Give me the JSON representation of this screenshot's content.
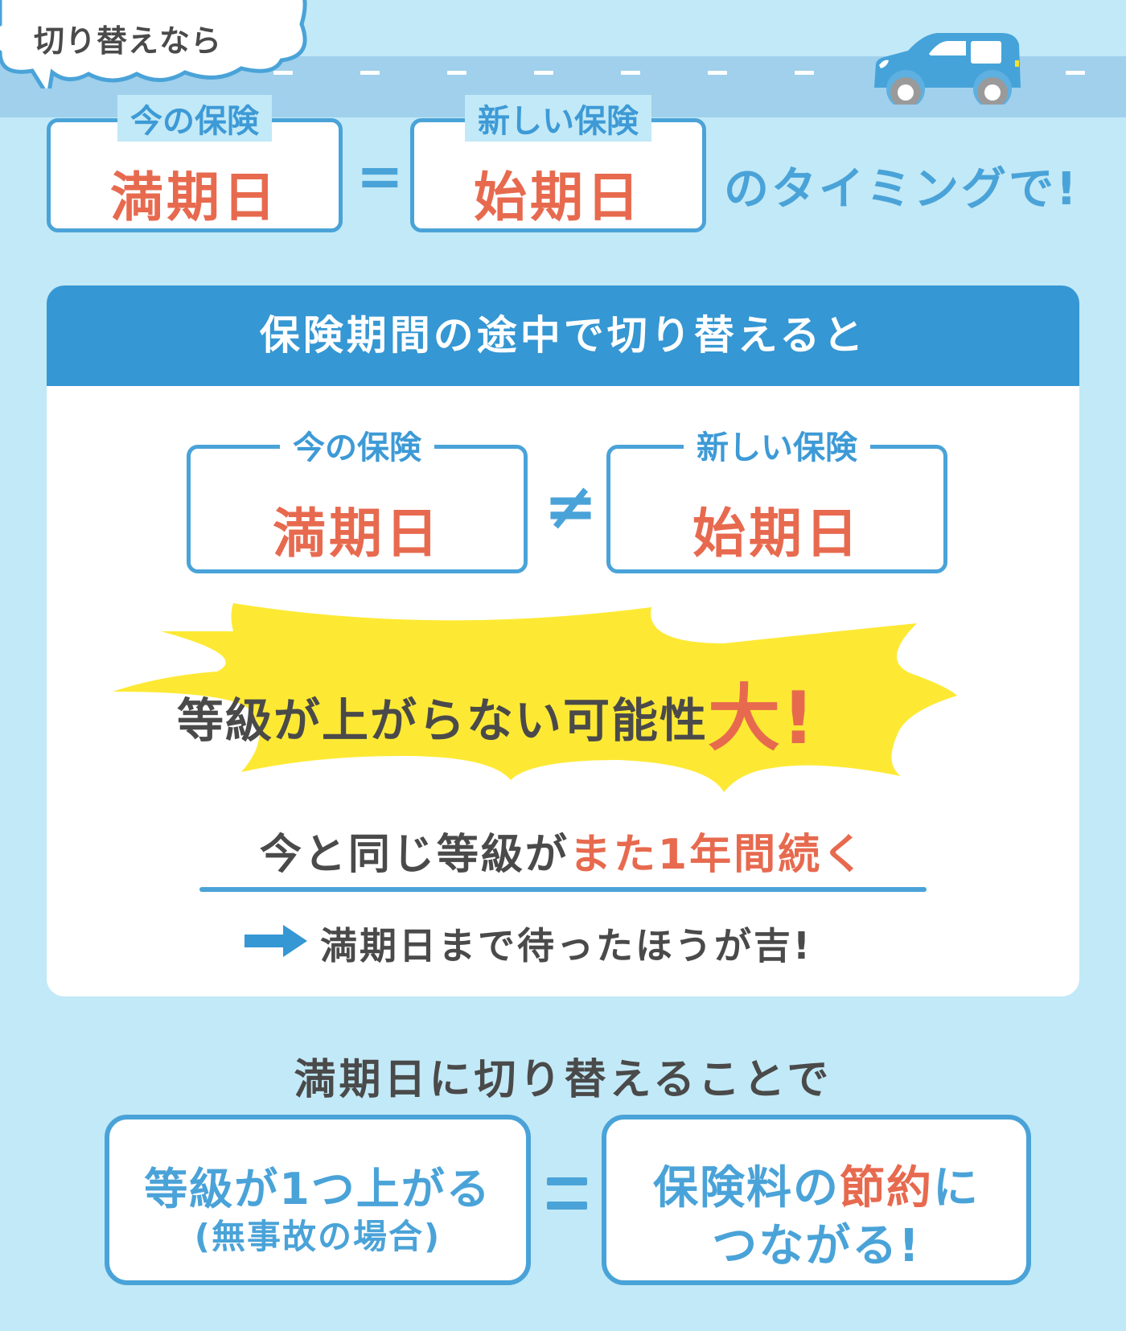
{
  "top": {
    "bubble_text": "切り替えなら",
    "current_box": {
      "label": "今の保険",
      "value": "満期日"
    },
    "relation": "=",
    "new_box": {
      "label": "新しい保険",
      "value": "始期日"
    },
    "timing_text": "のタイミングで!"
  },
  "card": {
    "header": "保険期間の途中で切り替えると",
    "current_box": {
      "label": "今の保険",
      "value": "満期日"
    },
    "relation": "≠",
    "new_box": {
      "label": "新しい保険",
      "value": "始期日"
    },
    "burst_text": "等級が上がらない可能性",
    "burst_emphasis": "大!",
    "same_grade_prefix": "今と同じ等級が",
    "same_grade_accent": "また1年間続く",
    "conclusion": "満期日まで待ったほうが吉!"
  },
  "bottom": {
    "title": "満期日に切り替えることで",
    "left_box": {
      "line1": "等級が1つ上がる",
      "line2": "(無事故の場合)"
    },
    "relation": "=",
    "right_box": {
      "line1_prefix": "保険料の",
      "line1_accent": "節約",
      "line1_suffix": "に",
      "line2": "つながる!"
    }
  },
  "colors": {
    "background": "#c2e9f7",
    "road": "#a0d0ec",
    "primary_blue": "#4aa3d8",
    "header_blue": "#3597d3",
    "accent_orange": "#e76a4f",
    "burst_yellow": "#fde934",
    "text_dark": "#4a4a4a"
  }
}
